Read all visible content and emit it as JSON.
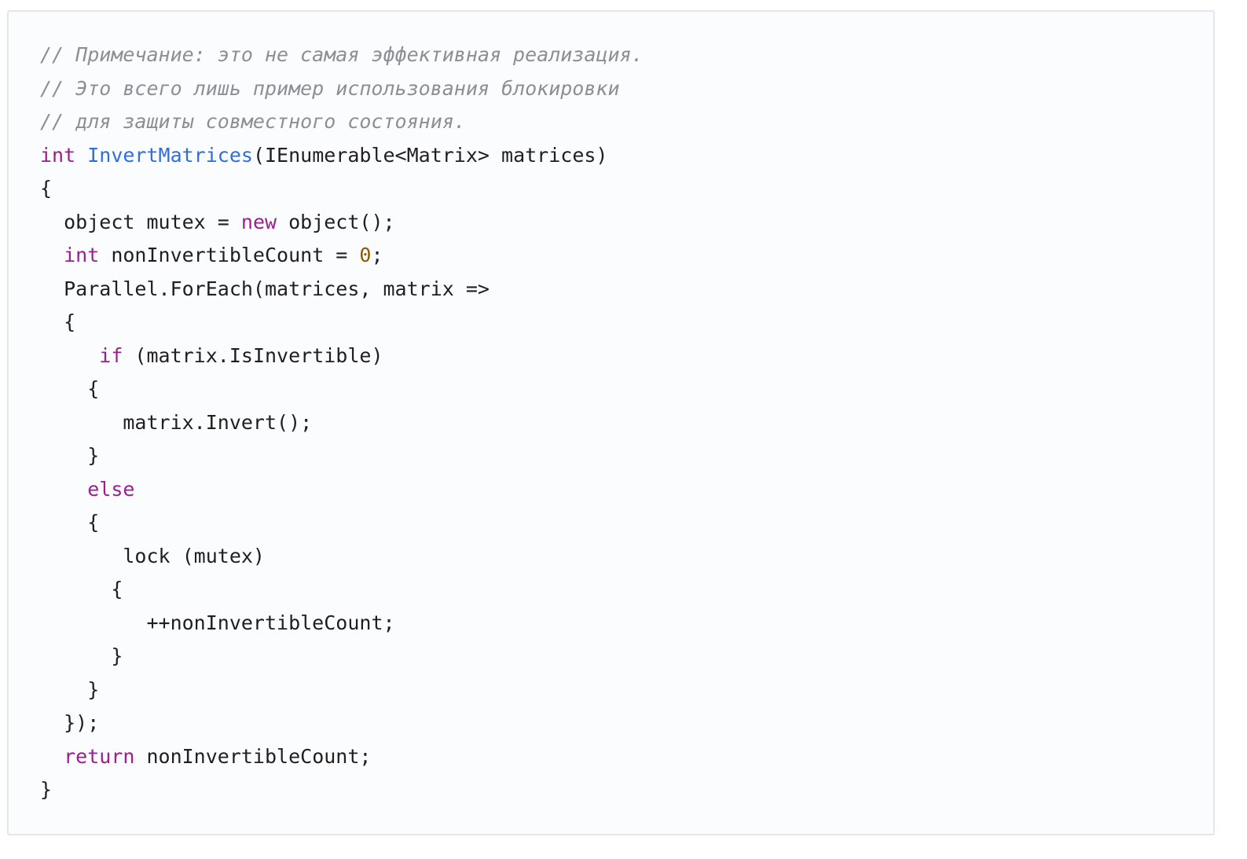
{
  "code_block": {
    "language": "csharp",
    "colors": {
      "background": "#fbfcfd",
      "border": "#e3e6ea",
      "plain": "#1f1f1f",
      "comment": "#8a8f96",
      "keyword": "#9c1f8f",
      "function": "#2f6fd9",
      "number": "#8a5a00"
    },
    "lines": [
      {
        "indent": 0,
        "tokens": [
          {
            "t": "comment",
            "v": "// Примечание: это не самая эффективная реализация."
          }
        ]
      },
      {
        "indent": 0,
        "tokens": [
          {
            "t": "comment",
            "v": "// Это всего лишь пример использования блокировки"
          }
        ]
      },
      {
        "indent": 0,
        "tokens": [
          {
            "t": "comment",
            "v": "// для защиты совместного состояния."
          }
        ]
      },
      {
        "indent": 0,
        "tokens": [
          {
            "t": "kw",
            "v": "int"
          },
          {
            "t": "plain",
            "v": " "
          },
          {
            "t": "fn",
            "v": "InvertMatrices"
          },
          {
            "t": "plain",
            "v": "(IEnumerable<Matrix> matrices)"
          }
        ]
      },
      {
        "indent": 0,
        "tokens": [
          {
            "t": "plain",
            "v": "{"
          }
        ]
      },
      {
        "indent": 2,
        "tokens": [
          {
            "t": "plain",
            "v": "object mutex = "
          },
          {
            "t": "kw",
            "v": "new"
          },
          {
            "t": "plain",
            "v": " object();"
          }
        ]
      },
      {
        "indent": 2,
        "tokens": [
          {
            "t": "kw",
            "v": "int"
          },
          {
            "t": "plain",
            "v": " nonInvertibleCount = "
          },
          {
            "t": "num",
            "v": "0"
          },
          {
            "t": "plain",
            "v": ";"
          }
        ]
      },
      {
        "indent": 2,
        "tokens": [
          {
            "t": "plain",
            "v": "Parallel.ForEach(matrices, matrix =>"
          }
        ]
      },
      {
        "indent": 2,
        "tokens": [
          {
            "t": "plain",
            "v": "{"
          }
        ]
      },
      {
        "indent": 5,
        "tokens": [
          {
            "t": "kw",
            "v": "if"
          },
          {
            "t": "plain",
            "v": " (matrix.IsInvertible)"
          }
        ]
      },
      {
        "indent": 4,
        "tokens": [
          {
            "t": "plain",
            "v": "{"
          }
        ]
      },
      {
        "indent": 7,
        "tokens": [
          {
            "t": "plain",
            "v": "matrix.Invert();"
          }
        ]
      },
      {
        "indent": 4,
        "tokens": [
          {
            "t": "plain",
            "v": "}"
          }
        ]
      },
      {
        "indent": 4,
        "tokens": [
          {
            "t": "kw",
            "v": "else"
          }
        ]
      },
      {
        "indent": 4,
        "tokens": [
          {
            "t": "plain",
            "v": "{"
          }
        ]
      },
      {
        "indent": 7,
        "tokens": [
          {
            "t": "plain",
            "v": "lock (mutex)"
          }
        ]
      },
      {
        "indent": 6,
        "tokens": [
          {
            "t": "plain",
            "v": "{"
          }
        ]
      },
      {
        "indent": 9,
        "tokens": [
          {
            "t": "plain",
            "v": "++nonInvertibleCount;"
          }
        ]
      },
      {
        "indent": 6,
        "tokens": [
          {
            "t": "plain",
            "v": "}"
          }
        ]
      },
      {
        "indent": 4,
        "tokens": [
          {
            "t": "plain",
            "v": "}"
          }
        ]
      },
      {
        "indent": 2,
        "tokens": [
          {
            "t": "plain",
            "v": "});"
          }
        ]
      },
      {
        "indent": 2,
        "tokens": [
          {
            "t": "kw",
            "v": "return"
          },
          {
            "t": "plain",
            "v": " nonInvertibleCount;"
          }
        ]
      },
      {
        "indent": 0,
        "tokens": [
          {
            "t": "plain",
            "v": "}"
          }
        ]
      }
    ]
  }
}
